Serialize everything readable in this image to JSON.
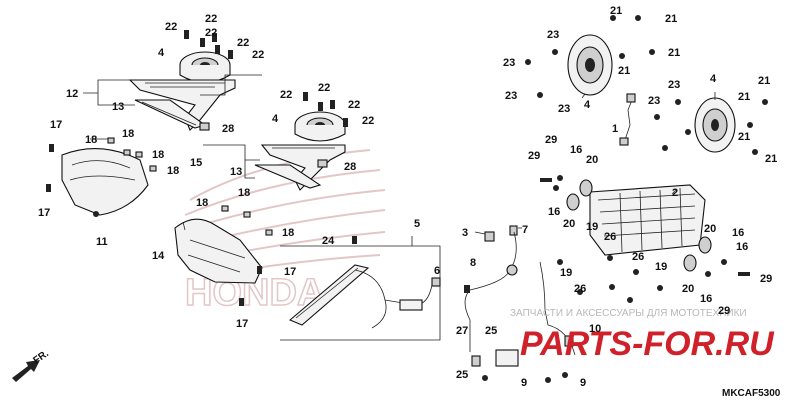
{
  "diagram": {
    "code": "MKCAF5300",
    "direction": "FR.",
    "watermark_text": "ЗАПЧАСТИ И АКСЕССУАРЫ ДЛЯ МОТОТЕХНИКИ",
    "watermark_logo": "PARTS-FOR.RU",
    "callouts": [
      "22",
      "22",
      "22",
      "22",
      "22",
      "4",
      "12",
      "13",
      "28",
      "17",
      "18",
      "18",
      "18",
      "18",
      "17",
      "11",
      "22",
      "22",
      "22",
      "22",
      "4",
      "15",
      "13",
      "28",
      "18",
      "18",
      "18",
      "17",
      "14",
      "17",
      "24",
      "5",
      "6",
      "23",
      "21",
      "21",
      "23",
      "21",
      "23",
      "4",
      "23",
      "1",
      "23",
      "23",
      "4",
      "21",
      "21",
      "21",
      "21",
      "21",
      "29",
      "16",
      "29",
      "20",
      "16",
      "20",
      "2",
      "20",
      "19",
      "26",
      "16",
      "26",
      "3",
      "7",
      "8",
      "27",
      "25",
      "10",
      "25",
      "9",
      "9",
      "19",
      "26",
      "19",
      "16",
      "29",
      "20",
      "16",
      "29"
    ]
  }
}
